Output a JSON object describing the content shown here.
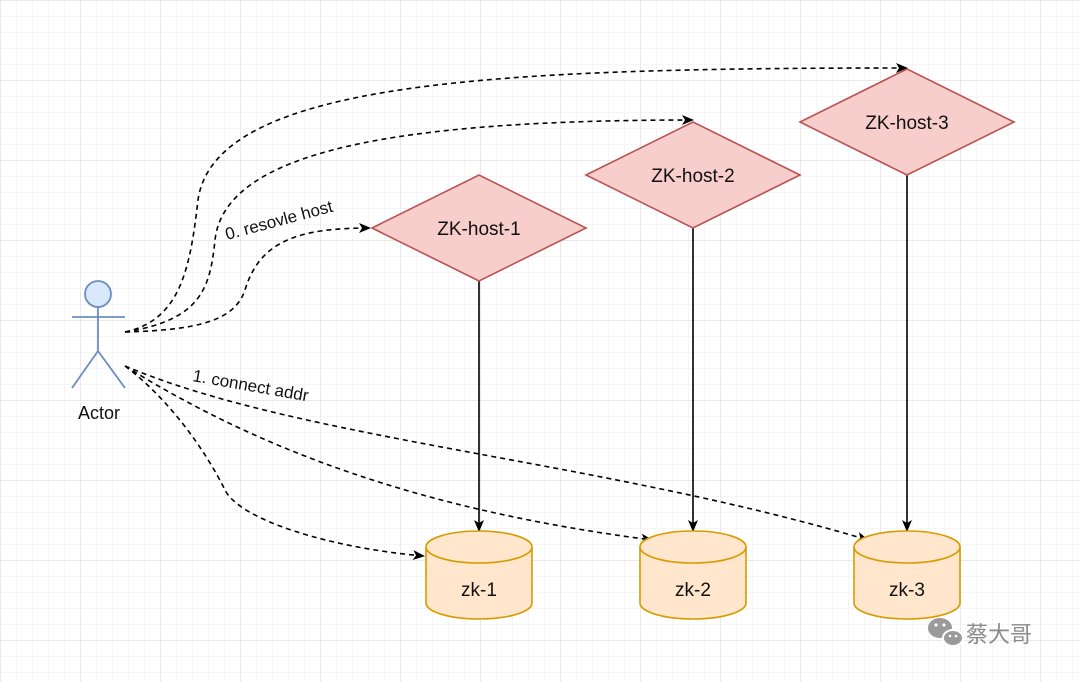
{
  "actor": {
    "label": "Actor"
  },
  "hosts": [
    {
      "label": "ZK-host-1"
    },
    {
      "label": "ZK-host-2"
    },
    {
      "label": "ZK-host-3"
    }
  ],
  "servers": [
    {
      "label": "zk-1"
    },
    {
      "label": "zk-2"
    },
    {
      "label": "zk-3"
    }
  ],
  "edges": {
    "resolve_label": "0. resovle host",
    "connect_label": "1. connect addr"
  },
  "watermark": {
    "text": "蔡大哥",
    "icon": "wechat-icon"
  },
  "colors": {
    "diamond_fill": "#f8cecc",
    "diamond_stroke": "#b85450",
    "cylinder_fill": "#ffe6cc",
    "cylinder_stroke": "#d79b00",
    "actor_fill": "#dae8fc",
    "actor_stroke": "#6c8ebf"
  }
}
